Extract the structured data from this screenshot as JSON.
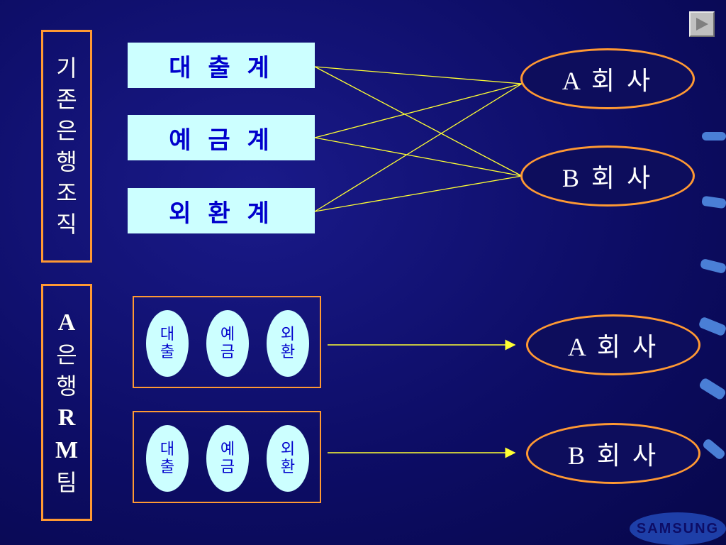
{
  "top_section": {
    "label_chars": [
      "기",
      "존",
      "은",
      "행",
      "조",
      "직"
    ],
    "departments": [
      "대 출 계",
      "예 금 계",
      "외 환 계"
    ],
    "companies": [
      "A 회 사",
      "B 회 사"
    ]
  },
  "bottom_section": {
    "label_chars": [
      "A",
      "은",
      "행",
      "R",
      "M",
      "팀"
    ],
    "teams": [
      {
        "pills": [
          [
            "대",
            "출"
          ],
          [
            "예",
            "금"
          ],
          [
            "외",
            "환"
          ]
        ],
        "company": "A 회 사"
      },
      {
        "pills": [
          [
            "대",
            "출"
          ],
          [
            "예",
            "금"
          ],
          [
            "외",
            "환"
          ]
        ],
        "company": "B 회 사"
      }
    ]
  },
  "colors": {
    "background": "#0d0d66",
    "box_fill": "#ccffff",
    "box_text": "#0000cc",
    "frame": "#ff9933",
    "connector": "#ffff33"
  },
  "icons": {
    "nav": "play-triangle-icon",
    "logo": "samsung-logo"
  },
  "logo_text": "SAMSUNG"
}
